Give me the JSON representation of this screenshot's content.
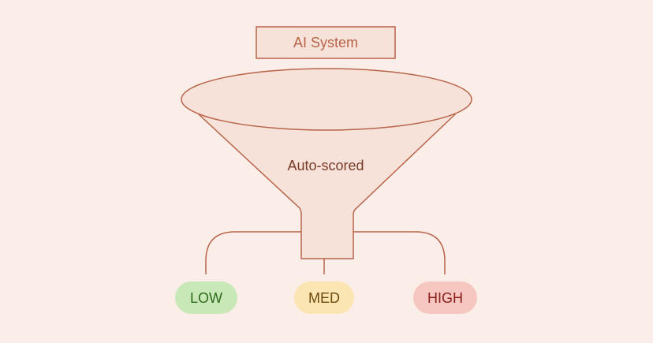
{
  "colors": {
    "background": "#fbeee8",
    "stroke": "#b8644a",
    "fill": "#f6e2d8",
    "low_fill": "#c9e8b8",
    "low_text": "#2e6a1c",
    "med_fill": "#fbe5b2",
    "med_text": "#6e4a0e",
    "high_fill": "#f5c7c0",
    "high_text": "#8a1e1a"
  },
  "source": {
    "label": "AI System"
  },
  "funnel": {
    "label": "Auto-scored"
  },
  "outputs": [
    {
      "label": "LOW"
    },
    {
      "label": "MED"
    },
    {
      "label": "HIGH"
    }
  ]
}
